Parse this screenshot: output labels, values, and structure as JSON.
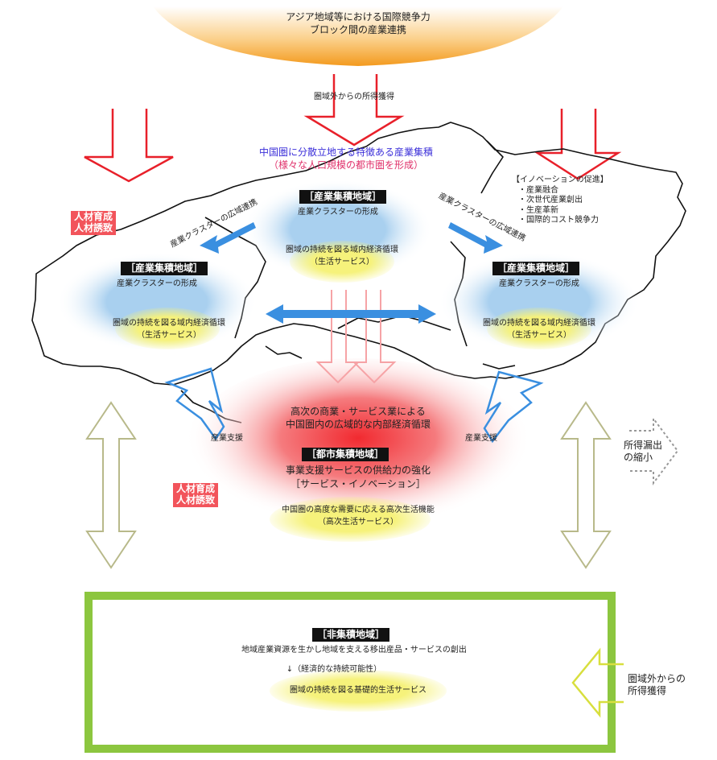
{
  "top_banner": {
    "line1": "アジア地域等における国際競争力",
    "line2": "ブロック間の産業連携"
  },
  "income_from_outside_top": "圏域外からの所得獲得",
  "title_blue": "中国圏に分散立地する特徴ある産業集積",
  "subtitle_pink": "（様々な人口規模の都市圏を形成）",
  "innovation_box": {
    "title": "【イノベーションの促進】",
    "items": [
      "・産業融合",
      "・次世代産業創出",
      "・生産革新",
      "・国際的コスト競争力"
    ]
  },
  "hr_left_top": [
    "人材育成",
    "人材誘致"
  ],
  "cluster_link_left": "産業クラスターの広域連携",
  "cluster_link_right": "産業クラスターの広域連携",
  "cluster_center": {
    "header": "［産業集積地域］",
    "line1": "産業クラスターの形成",
    "line2": "圏域の持続を図る域内経済循環",
    "line3": "（生活サービス）"
  },
  "cluster_left": {
    "header": "［産業集積地域］",
    "line1": "産業クラスターの形成",
    "line2": "圏域の持続を図る域内経済循環",
    "line3": "（生活サービス）"
  },
  "cluster_right": {
    "header": "［産業集積地域］",
    "line1": "産業クラスターの形成",
    "line2": "圏域の持続を図る域内経済循環",
    "line3": "（生活サービス）"
  },
  "urban": {
    "title1": "高次の商業・サービス業による",
    "title2": "中国圏内の広域的な内部経済循環",
    "header": "［都市集積地域］",
    "line1": "事業支援サービスの供給力の強化",
    "line2": "［サービス・イノベーション］",
    "line3": "中国圏の高度な需要に応える高次生活機能",
    "line4": "（高次生活サービス）"
  },
  "industry_support_left": "産業支援",
  "industry_support_right": "産業支援",
  "hr_left_bottom": [
    "人材育成",
    "人材誘致"
  ],
  "income_leak": [
    "所得漏出",
    "の縮小"
  ],
  "non_cluster": {
    "header": "［非集積地域］",
    "line1": "地域産業資源を生かし地域を支える移出産品・サービスの創出",
    "line2": "↓（経済的な持続可能性）",
    "line3": "圏域の持続を図る基礎的生活サービス"
  },
  "income_from_outside_bottom": [
    "圏域外からの",
    "所得獲得"
  ],
  "colors": {
    "banner_orange": "#f39a1e",
    "red_arrow": "#e8202a",
    "blue_arrow": "#3a8fe0",
    "ellipse_blue": "#9cc9ec",
    "ellipse_yellow": "#f4f07a",
    "urban_red": "#f2333a",
    "green_frame": "#8cc63f",
    "olive_arrow": "#b8b98a"
  }
}
